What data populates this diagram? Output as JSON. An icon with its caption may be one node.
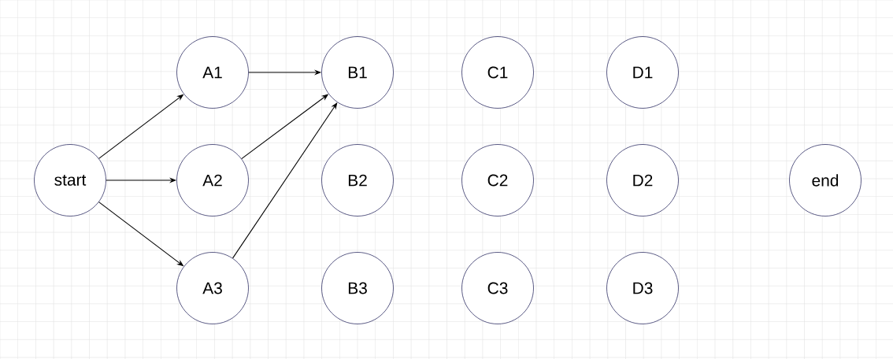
{
  "diagram": {
    "nodes": [
      {
        "text": [
          "start"
        ]
      },
      {
        "text": [
          "A1"
        ]
      },
      {
        "text": [
          "A2"
        ]
      },
      {
        "text": [
          "A3"
        ]
      },
      {
        "text": [
          "B1"
        ]
      },
      {
        "text": [
          "B2"
        ]
      },
      {
        "text": [
          "B3"
        ]
      },
      {
        "text": [
          "C1"
        ]
      },
      {
        "text": [
          "C2"
        ]
      },
      {
        "text": [
          "C3"
        ]
      },
      {
        "text": [
          "D1"
        ]
      },
      {
        "text": [
          "D2"
        ]
      },
      {
        "text": [
          "D3"
        ]
      },
      {
        "text": [
          "end"
        ]
      }
    ],
    "edges": [
      {
        "from": 0,
        "to": 1,
        "arrow": "to"
      },
      {
        "from": 0,
        "to": 2,
        "arrow": "to"
      },
      {
        "from": 0,
        "to": 3,
        "arrow": "to"
      },
      {
        "from": 1,
        "to": 4,
        "arrow": "to"
      },
      {
        "from": 2,
        "to": 4,
        "arrow": "to"
      },
      {
        "from": 3,
        "to": 4,
        "arrow": "to"
      }
    ]
  }
}
